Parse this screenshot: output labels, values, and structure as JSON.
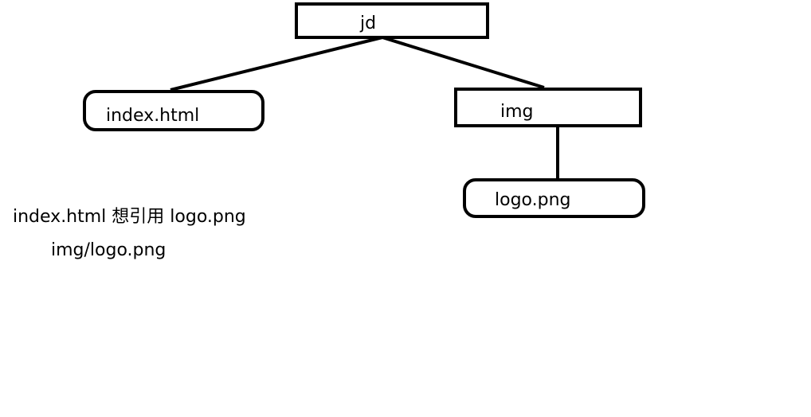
{
  "nodes": {
    "root": {
      "label": "jd"
    },
    "index": {
      "label": "index.html"
    },
    "img": {
      "label": "img"
    },
    "logo": {
      "label": "logo.png"
    }
  },
  "notes": {
    "line1": "index.html 想引用 logo.png",
    "line2": "img/logo.png"
  },
  "colors": {
    "stroke": "#000000",
    "background": "#ffffff"
  }
}
